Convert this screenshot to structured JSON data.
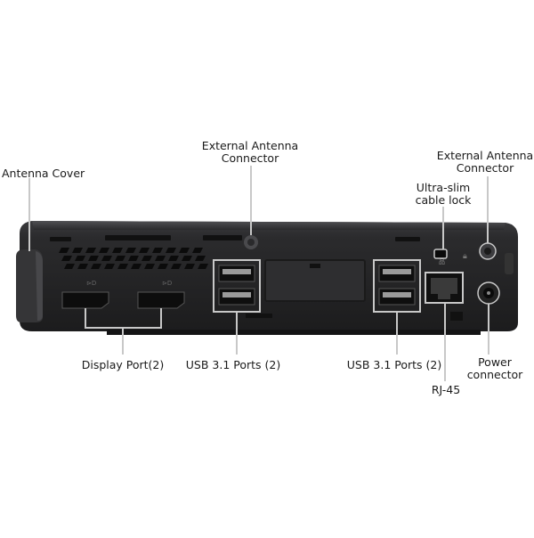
{
  "labels": {
    "antenna_cover": "Antenna Cover",
    "ext_antenna_left": [
      "External Antenna",
      "Connector"
    ],
    "ext_antenna_right": [
      "External Antenna",
      "Connector"
    ],
    "cable_lock": [
      "Ultra-slim",
      "cable lock"
    ],
    "display_port": "Display Port(2)",
    "usb_left": "USB 3.1 Ports (2)",
    "usb_right": "USB 3.1 Ports (2)",
    "rj45": "RJ-45",
    "power_connector": [
      "Power",
      "connector"
    ]
  },
  "colors": {
    "chassis": "#2a2a2c",
    "chassis_dark": "#1a1a1b",
    "panel": "#222224",
    "callout_line": "#c8c8c8",
    "text": "#1a1a1a"
  },
  "icons": {
    "lock": "lock-icon",
    "network": "network-icon"
  }
}
